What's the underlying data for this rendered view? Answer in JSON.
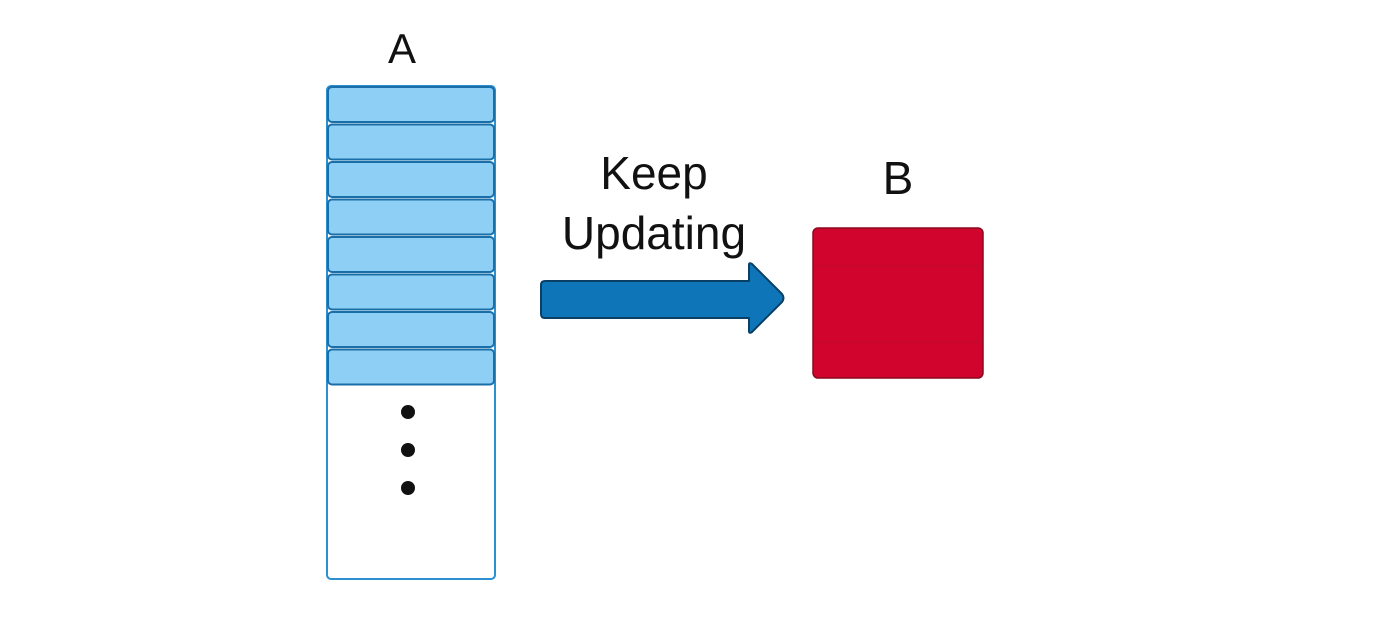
{
  "stack_a": {
    "label": "A",
    "filled_slots": 8,
    "continuation": "more-slots-dots"
  },
  "arrow": {
    "label_line1": "Keep",
    "label_line2": "Updating",
    "direction": "A-to-B"
  },
  "block_b": {
    "label": "B"
  },
  "colors": {
    "slot_fill": "#8ecff5",
    "slot_stroke": "#1a6fa8",
    "stack_stroke": "#2b8fd0",
    "arrow_fill": "#0e76b8",
    "arrow_stroke": "#0a3f66",
    "block_fill": "#d0042c",
    "block_stroke": "#8a0a1e",
    "dots": "#111111"
  }
}
